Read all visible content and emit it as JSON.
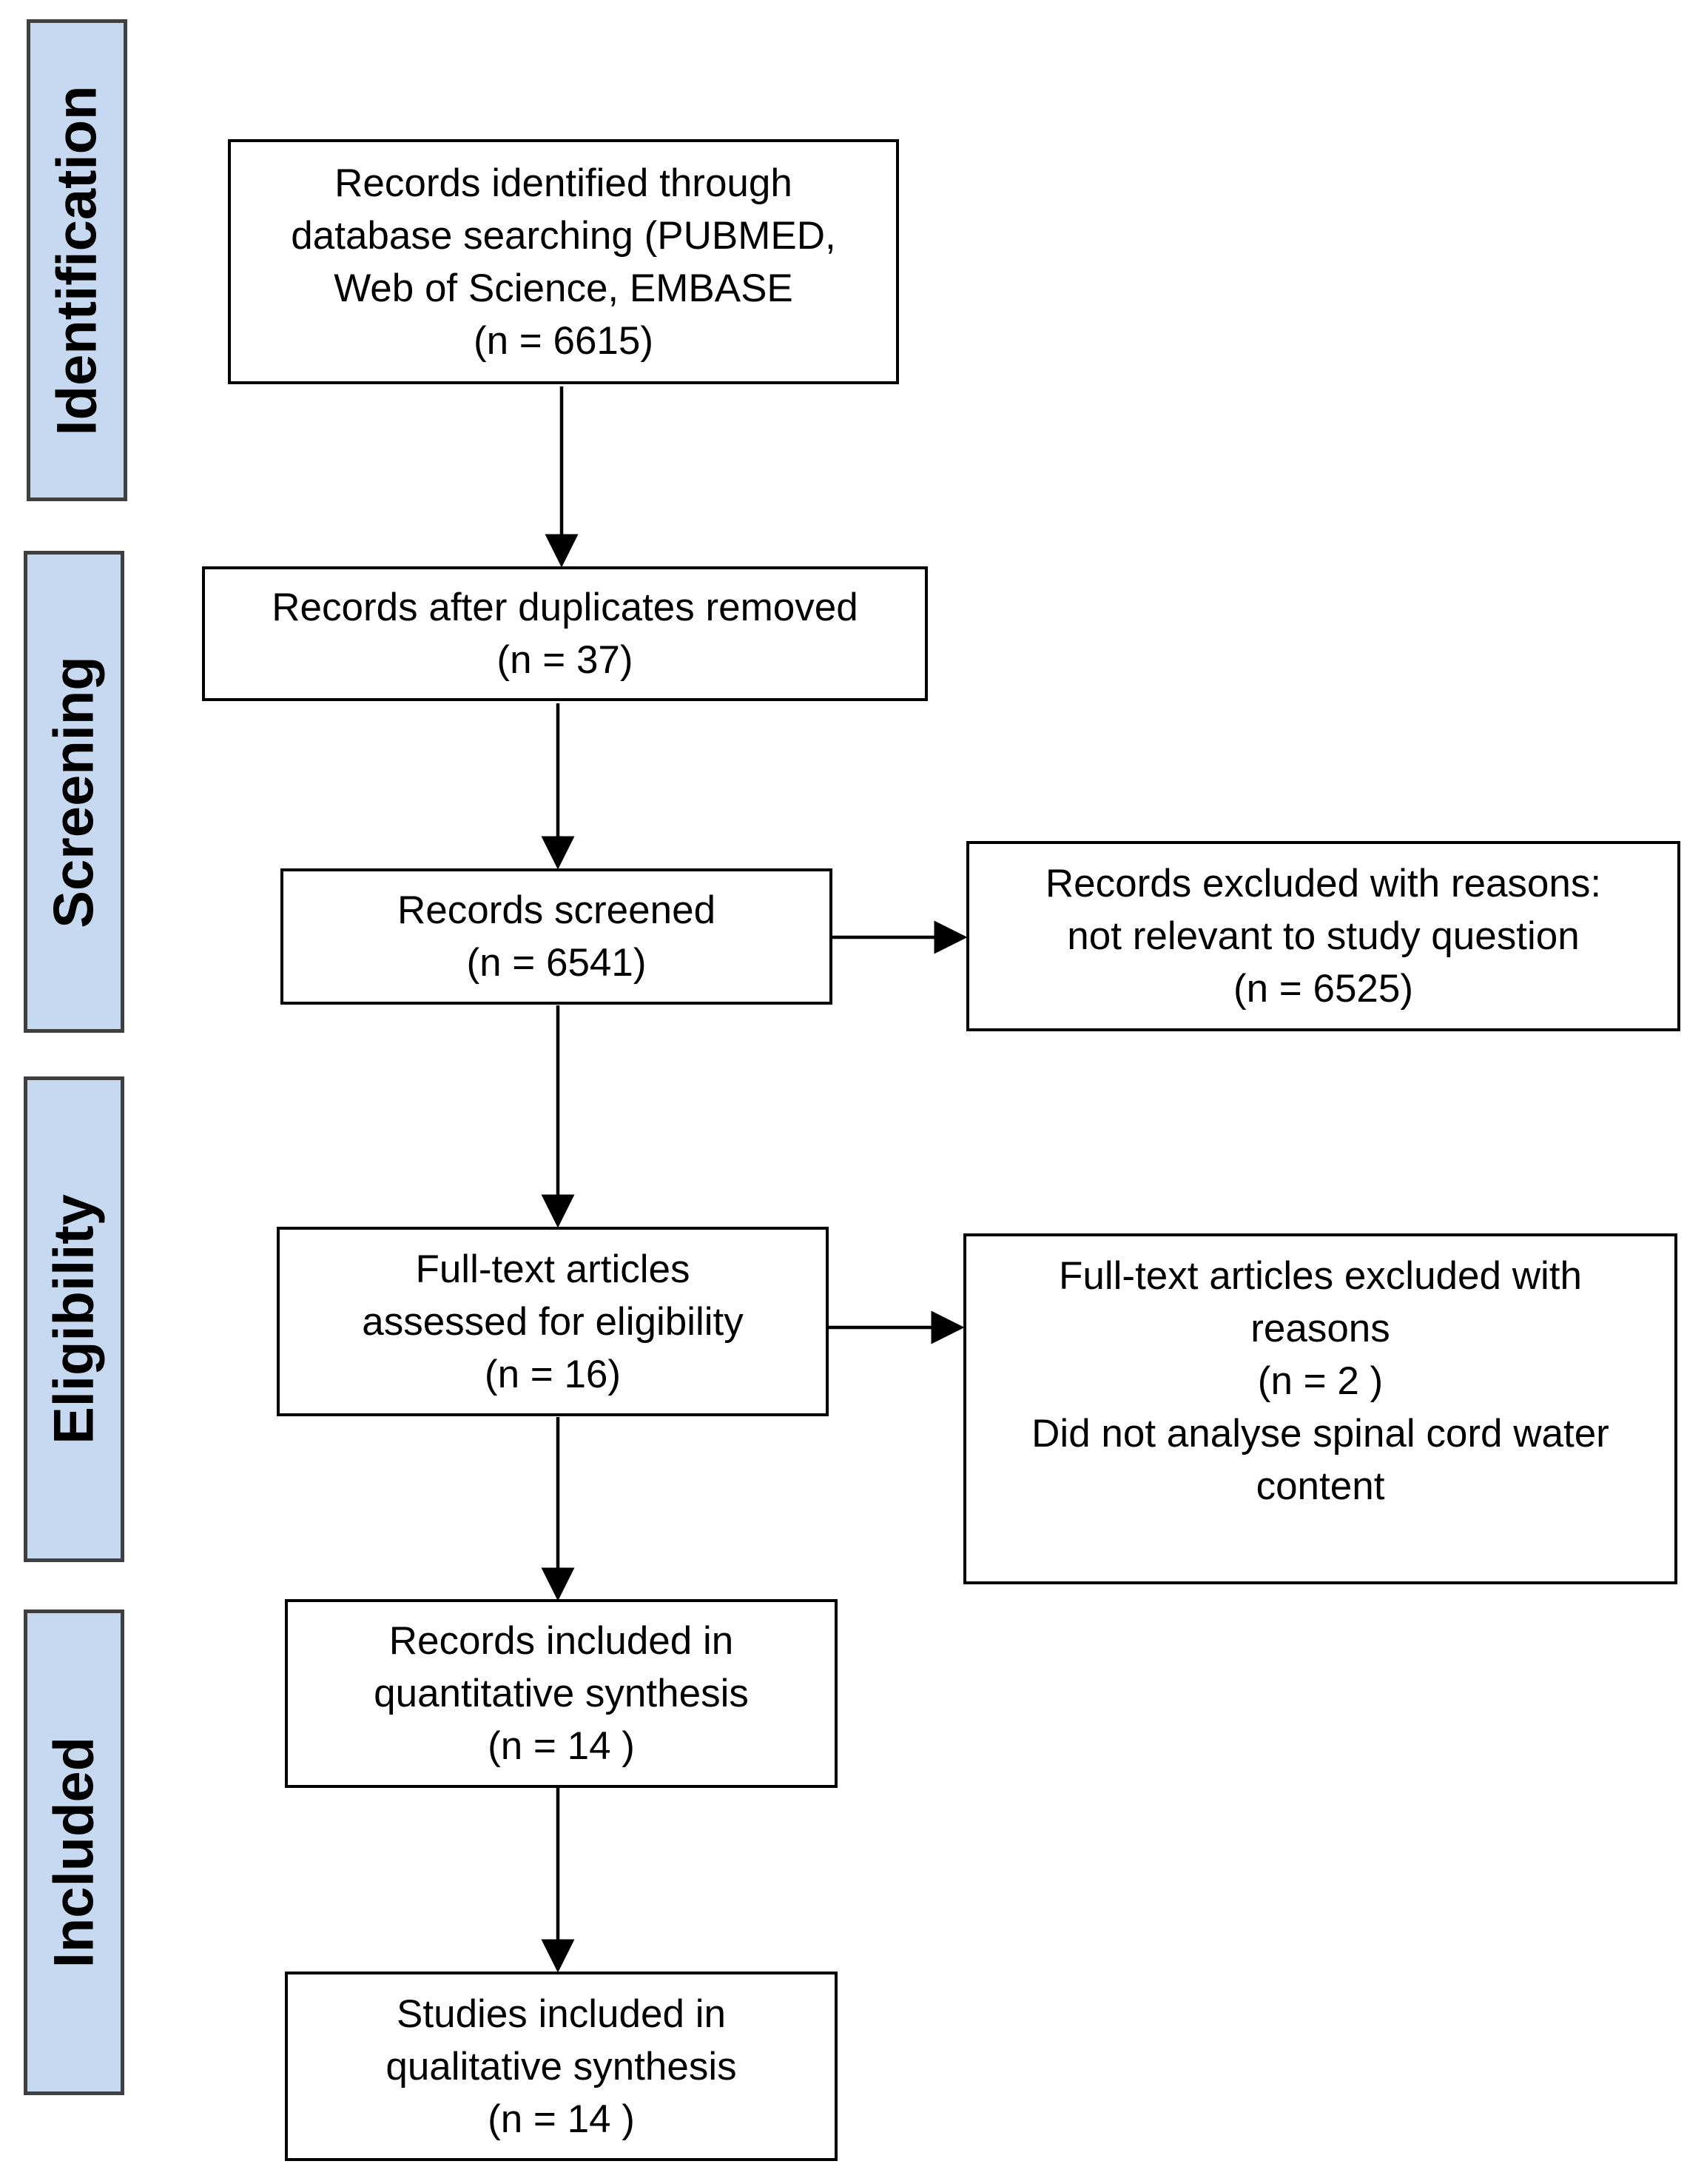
{
  "stages": {
    "identification": "Identification",
    "screening": "Screening",
    "eligibility": "Eligibility",
    "included": "Included"
  },
  "boxes": {
    "identified": {
      "lines": [
        "Records identified through",
        "database searching (PUBMED,",
        "Web of Science, EMBASE",
        "(n = 6615)"
      ]
    },
    "duplicates_removed": {
      "lines": [
        "Records after duplicates removed",
        "(n = 37)"
      ]
    },
    "screened": {
      "lines": [
        "Records screened",
        "(n = 6541)"
      ]
    },
    "excluded": {
      "lines": [
        "Records excluded with reasons:",
        "not relevant to study question",
        "(n = 6525)"
      ]
    },
    "fulltext_assessed": {
      "lines": [
        "Full-text articles",
        "assessed for eligibility",
        "(n = 16)"
      ]
    },
    "fulltext_excluded": {
      "lines": [
        "Full-text articles excluded with",
        "reasons",
        "(n = 2 )",
        "Did not analyse spinal cord water",
        "content"
      ]
    },
    "quantitative": {
      "lines": [
        "Records included in",
        "quantitative synthesis",
        "(n = 14 )"
      ]
    },
    "qualitative": {
      "lines": [
        "Studies included in",
        "qualitative synthesis",
        "(n = 14 )"
      ]
    }
  },
  "colors": {
    "stage_fill": "#c6d9f1",
    "stage_border": "#404040",
    "box_border": "#000000",
    "arrow": "#000000"
  }
}
